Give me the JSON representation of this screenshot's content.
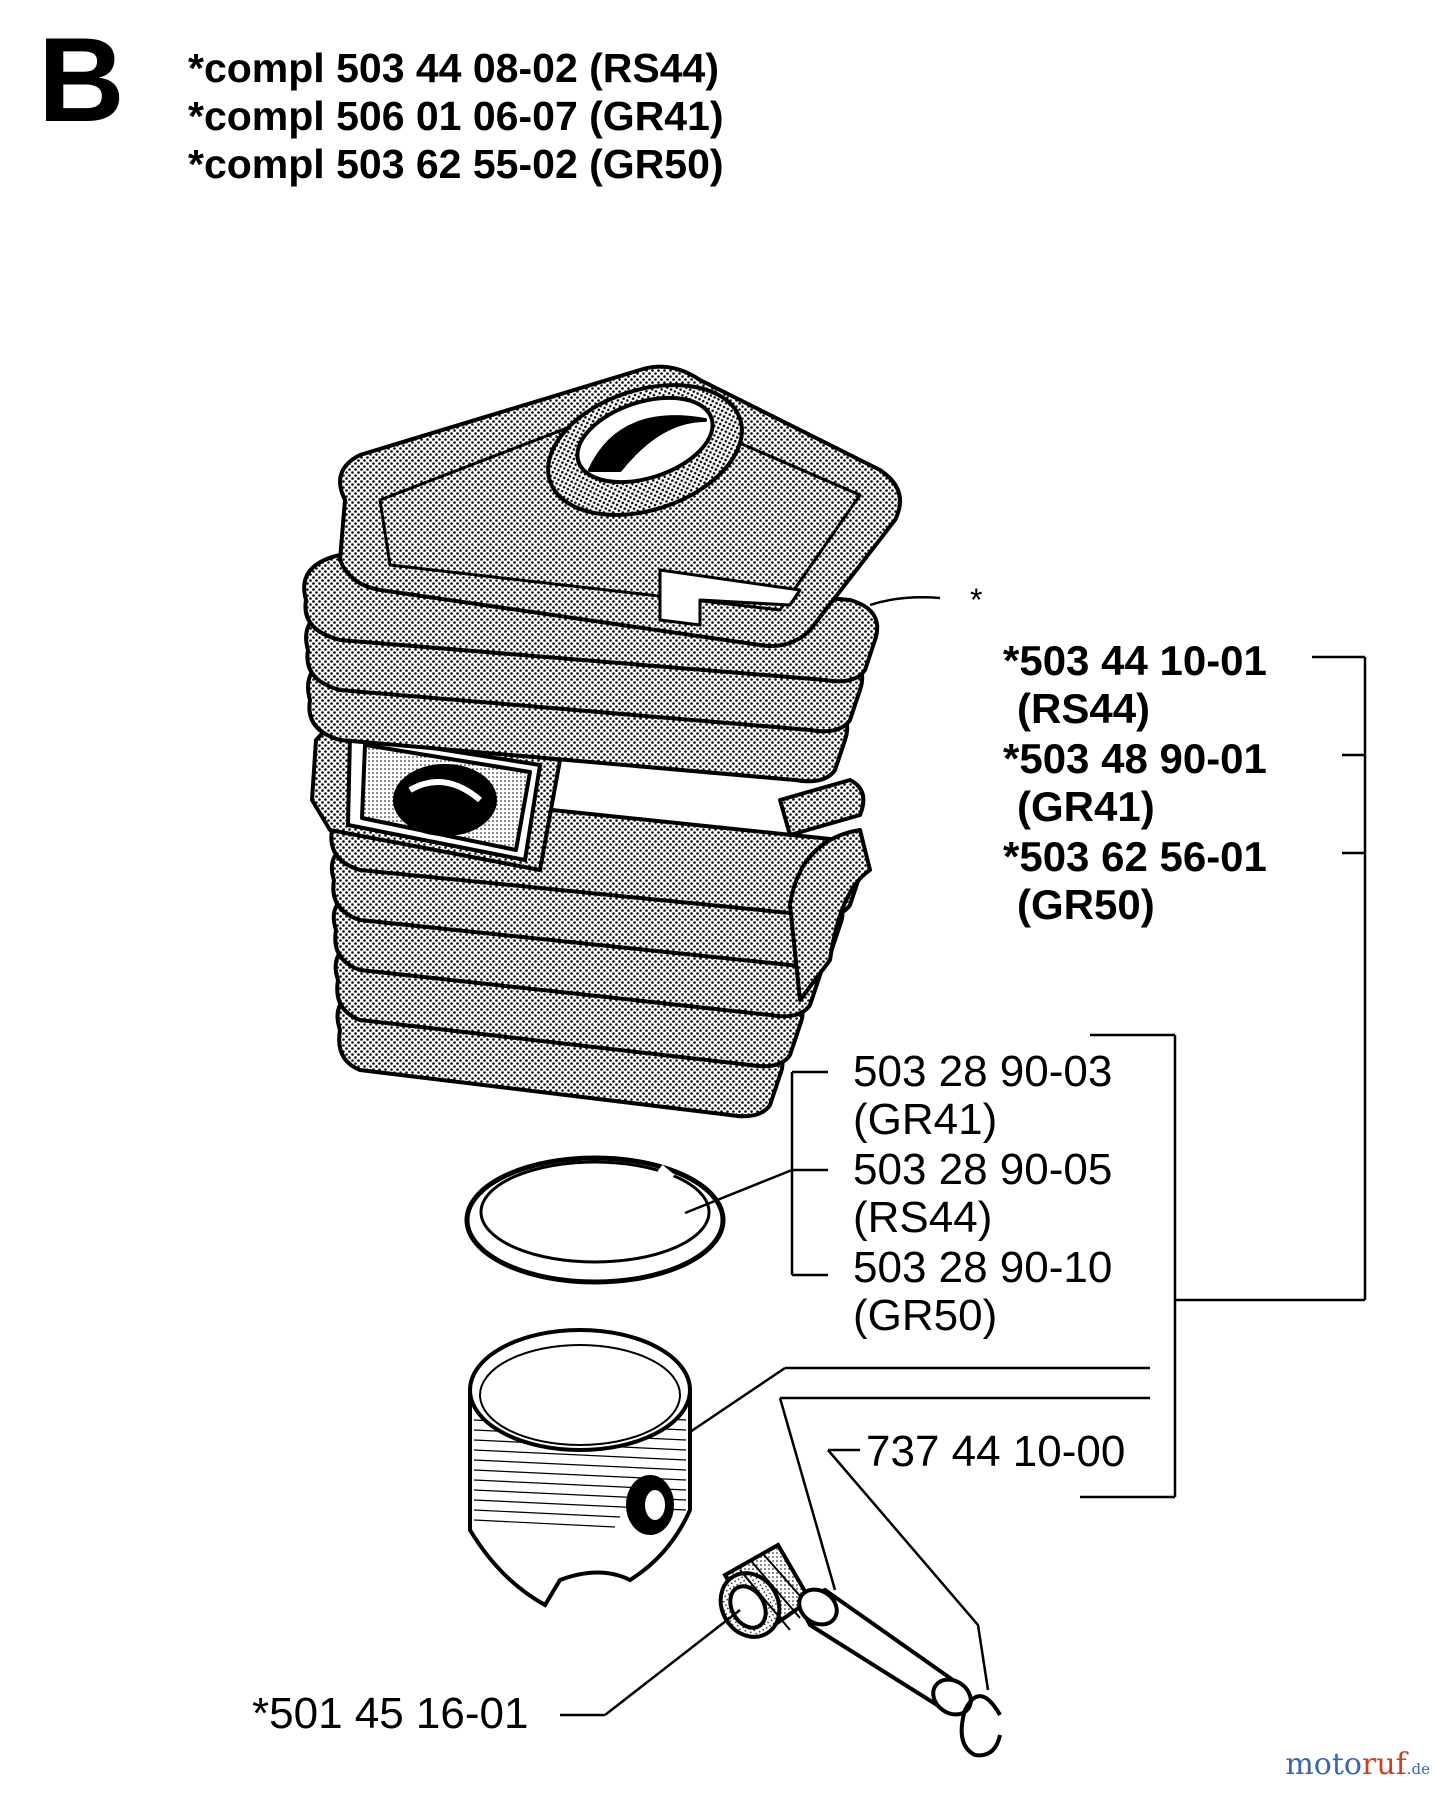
{
  "section_letter": "B",
  "header_lines": [
    "*compl 503 44 08-02 (RS44)",
    "*compl 506 01 06-07 (GR41)",
    "*compl 503 62 55-02 (GR50)"
  ],
  "cylinder_marker": "*",
  "cylinder_parts": [
    {
      "number": "*503 44 10-01",
      "model": "(RS44)"
    },
    {
      "number": "*503 48 90-01",
      "model": "(GR41)"
    },
    {
      "number": "*503 62 56-01",
      "model": "(GR50)"
    }
  ],
  "ring_parts": [
    {
      "number": "503 28 90-03",
      "model": "(GR41)"
    },
    {
      "number": "503 28 90-05",
      "model": "(RS44)"
    },
    {
      "number": "503 28 90-10",
      "model": "(GR50)"
    }
  ],
  "circlip_part": "737 44 10-00",
  "bearing_part": "*501 45 16-01",
  "watermark": {
    "part1": "moto",
    "part2": "ruf",
    "suffix": ".de"
  }
}
